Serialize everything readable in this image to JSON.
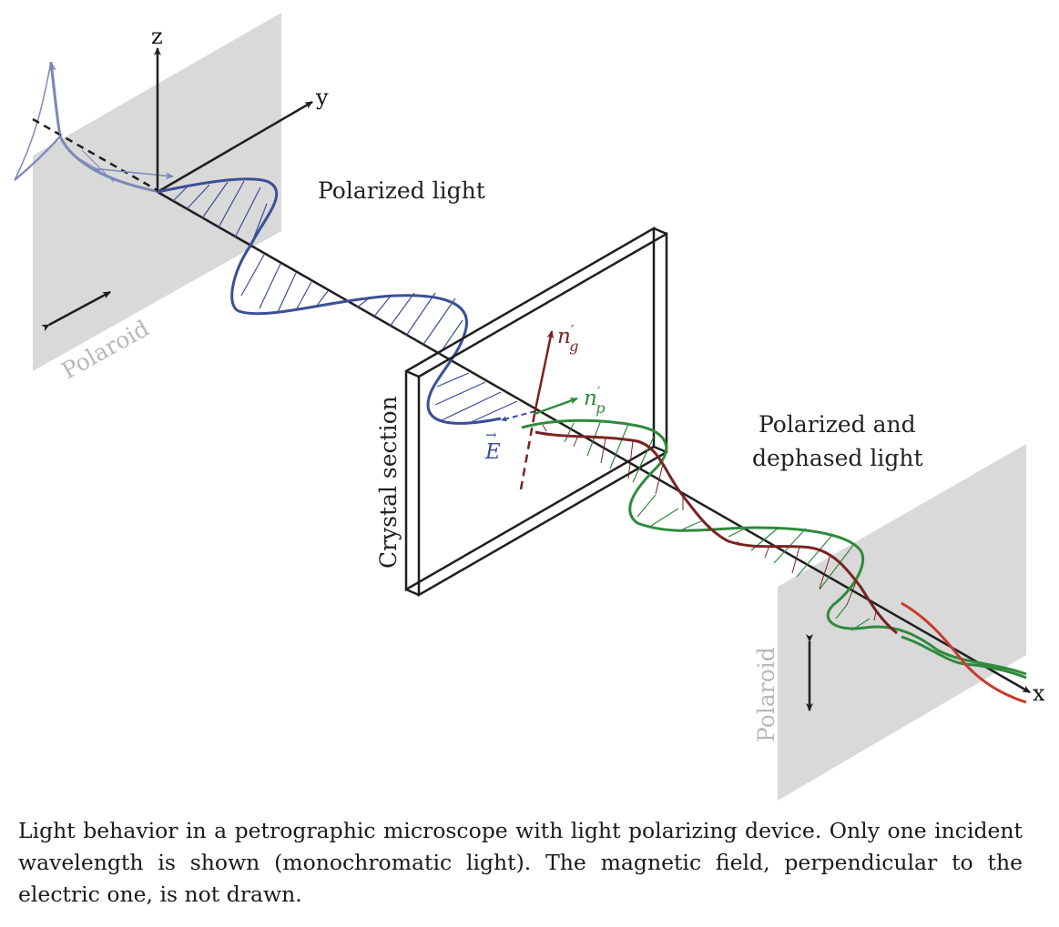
{
  "labels": {
    "axis_z": "z",
    "axis_y": "y",
    "axis_x": "x",
    "polarized_light": "Polarized light",
    "polarized_dephased_line1": "Polarized and",
    "polarized_dephased_line2": "dephased light",
    "crystal_section": "Crystal section",
    "polaroid_left": "Polaroid",
    "polaroid_right": "Polaroid",
    "n_g": "n",
    "n_g_sub": "g",
    "n_g_prime": "′",
    "n_p": "n",
    "n_p_sub": "p",
    "n_p_prime": "′",
    "e_field": "E",
    "e_arrow": "→"
  },
  "colors": {
    "blue_wave": "#3a4f96",
    "blue_faded": "#7c88b8",
    "red_wave": "#7a2222",
    "red_bright": "#c93a2e",
    "green_wave": "#2f8a3d",
    "polaroid_fill": "#d9d9d9",
    "polaroid_label": "#b8b8b8",
    "axis": "#1e1e1e"
  },
  "icons": [
    "polarization-arrow-icon",
    "axis-arrow-icon"
  ],
  "caption": "Light behavior in a petrographic microscope with light polarizing device. Only one incident wavelength is shown (monochromatic light). The magnetic field, perpendicular to the electric one, is not drawn."
}
